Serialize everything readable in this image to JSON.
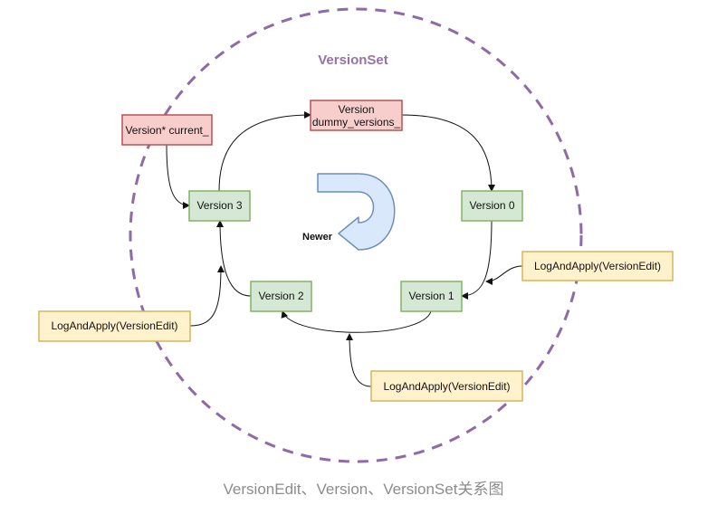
{
  "diagram": {
    "set_title": "VersionSet",
    "dummy_versions": {
      "line1": "Version",
      "line2": "dummy_versions_"
    },
    "current_pointer": "Version* current_",
    "versions": {
      "v0": "Version 0",
      "v1": "Version 1",
      "v2": "Version 2",
      "v3": "Version 3"
    },
    "direction_label": "Newer",
    "log_and_apply": {
      "right": "LogAndApply(VersionEdit)",
      "left": "LogAndApply(VersionEdit)",
      "bottom": "LogAndApply(VersionEdit)"
    },
    "caption": "VersionEdit、Version、VersionSet关系图"
  },
  "colors": {
    "set_border": "#8e6aa8",
    "set_title": "#9673a6",
    "red_fill": "#f8cecc",
    "red_stroke": "#b85450",
    "green_fill": "#d5e8d4",
    "green_stroke": "#82b366",
    "yellow_fill": "#fff2cc",
    "yellow_stroke": "#d6b656",
    "arrow_fill": "#dae8fc",
    "arrow_stroke": "#6c8ebf",
    "caption": "#8c8c8c"
  }
}
